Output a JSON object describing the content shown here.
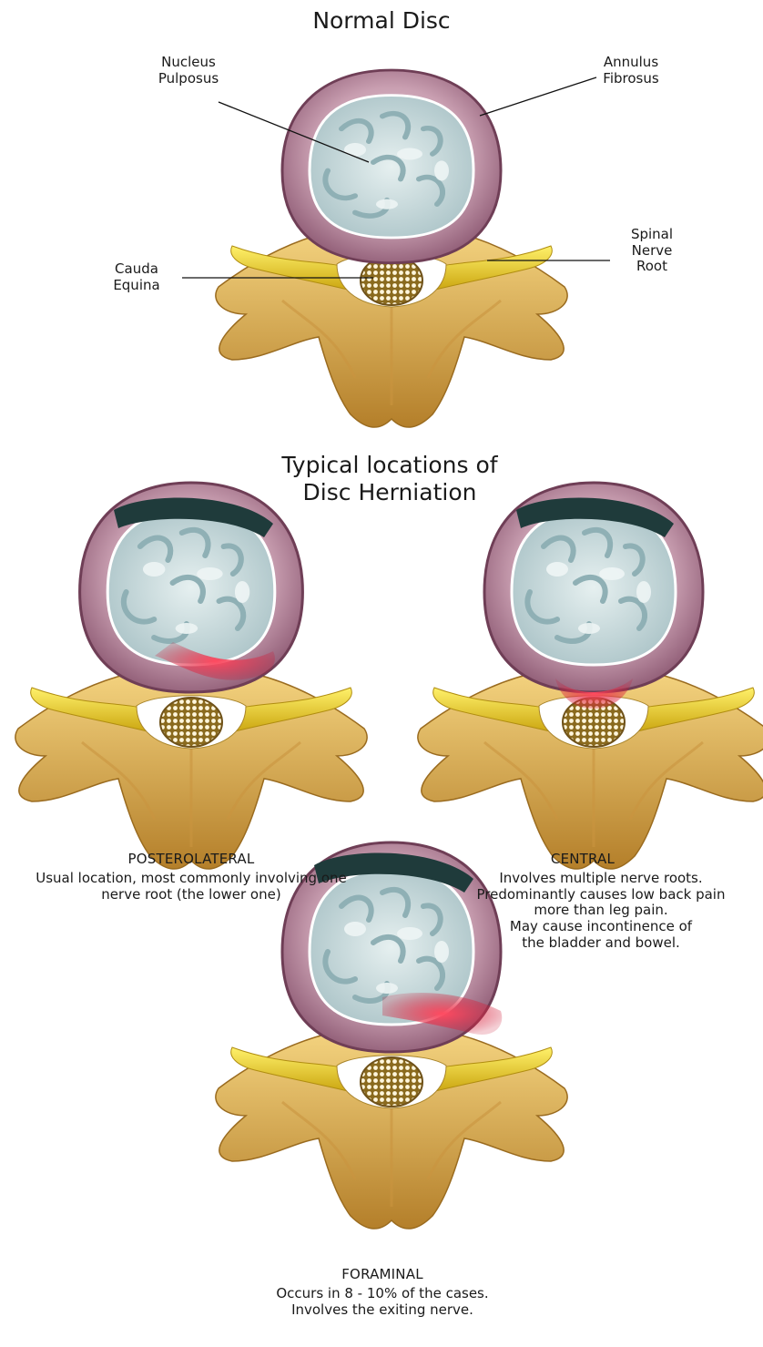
{
  "normal": {
    "title": "Normal Disc",
    "labels": {
      "nucleus": "Nucleus\nPulposus",
      "annulus": "Annulus\nFibrosus",
      "cauda": "Cauda\nEquina",
      "spinal_root": "Spinal\nNerve\nRoot"
    }
  },
  "herniation": {
    "title": "Typical locations of\nDisc Herniation",
    "posterolateral": {
      "heading": "POSTEROLATERAL",
      "text": "Usual location, most commonly involving one\nnerve root (the lower one)"
    },
    "central": {
      "heading": "CENTRAL",
      "text": "Involves multiple nerve roots.\nPredominantly causes low back pain\nmore than leg pain.\nMay cause incontinence of\nthe bladder and bowel."
    },
    "foraminal": {
      "heading": "FORAMINAL",
      "text": "Occurs in 8 - 10% of the cases.\nInvolves the exiting nerve."
    }
  },
  "colors": {
    "annulus": "#9c6b80",
    "nucleus": "#c9dadc",
    "bone": "#d8a84e",
    "nerve": "#ecd21c",
    "herniation": "#e0203c",
    "dark_band": "#1f3b3b"
  }
}
